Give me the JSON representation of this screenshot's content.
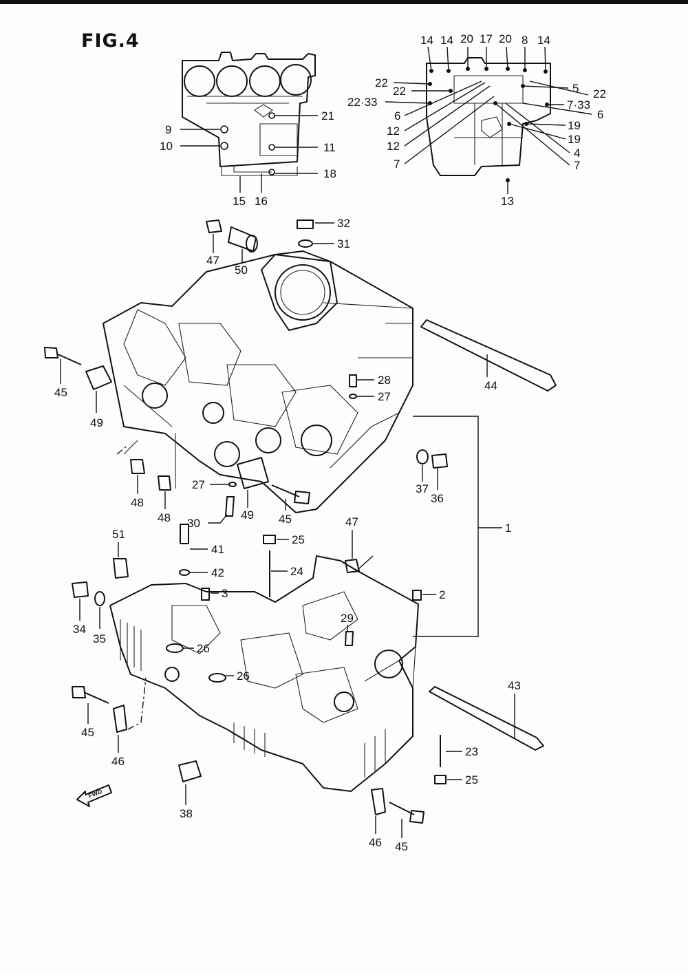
{
  "figure": {
    "title": "FIG.4"
  },
  "direction": {
    "text": "FWD"
  },
  "callouts": [
    {
      "id": "c14a",
      "text": "14"
    },
    {
      "id": "c14b",
      "text": "14"
    },
    {
      "id": "c20a",
      "text": "20"
    },
    {
      "id": "c17",
      "text": "17"
    },
    {
      "id": "c20b",
      "text": "20"
    },
    {
      "id": "c8",
      "text": "8"
    },
    {
      "id": "c14c",
      "text": "14"
    },
    {
      "id": "c22a",
      "text": "22"
    },
    {
      "id": "c22b",
      "text": "22"
    },
    {
      "id": "c2233",
      "text": "22·33"
    },
    {
      "id": "c6a",
      "text": "6"
    },
    {
      "id": "c12a",
      "text": "12"
    },
    {
      "id": "c12b",
      "text": "12"
    },
    {
      "id": "c7a",
      "text": "7"
    },
    {
      "id": "c5",
      "text": "5"
    },
    {
      "id": "c22c",
      "text": "22"
    },
    {
      "id": "c733",
      "text": "7·33"
    },
    {
      "id": "c6b",
      "text": "6"
    },
    {
      "id": "c19a",
      "text": "19"
    },
    {
      "id": "c19b",
      "text": "19"
    },
    {
      "id": "c4",
      "text": "4"
    },
    {
      "id": "c7b",
      "text": "7"
    },
    {
      "id": "c13",
      "text": "13"
    },
    {
      "id": "c21",
      "text": "21"
    },
    {
      "id": "c9",
      "text": "9"
    },
    {
      "id": "c10",
      "text": "10"
    },
    {
      "id": "c11",
      "text": "11"
    },
    {
      "id": "c18",
      "text": "18"
    },
    {
      "id": "c15",
      "text": "15"
    },
    {
      "id": "c16",
      "text": "16"
    },
    {
      "id": "c32",
      "text": "32"
    },
    {
      "id": "c31",
      "text": "31"
    },
    {
      "id": "c47a",
      "text": "47"
    },
    {
      "id": "c50",
      "text": "50"
    },
    {
      "id": "c44",
      "text": "44"
    },
    {
      "id": "c45a",
      "text": "45"
    },
    {
      "id": "c49a",
      "text": "49"
    },
    {
      "id": "c28",
      "text": "28"
    },
    {
      "id": "c27a",
      "text": "27"
    },
    {
      "id": "c48a",
      "text": "48"
    },
    {
      "id": "c48b",
      "text": "48"
    },
    {
      "id": "c27b",
      "text": "27"
    },
    {
      "id": "c49b",
      "text": "49"
    },
    {
      "id": "c45b",
      "text": "45"
    },
    {
      "id": "c30",
      "text": "30"
    },
    {
      "id": "c37",
      "text": "37"
    },
    {
      "id": "c36",
      "text": "36"
    },
    {
      "id": "c1",
      "text": "1"
    },
    {
      "id": "c51",
      "text": "51"
    },
    {
      "id": "c25a",
      "text": "25"
    },
    {
      "id": "c47b",
      "text": "47"
    },
    {
      "id": "c41",
      "text": "41"
    },
    {
      "id": "c42",
      "text": "42"
    },
    {
      "id": "c24",
      "text": "24"
    },
    {
      "id": "c3",
      "text": "3"
    },
    {
      "id": "c2",
      "text": "2"
    },
    {
      "id": "c34",
      "text": "34"
    },
    {
      "id": "c35",
      "text": "35"
    },
    {
      "id": "c29",
      "text": "29"
    },
    {
      "id": "c26a",
      "text": "26"
    },
    {
      "id": "c26b",
      "text": "26"
    },
    {
      "id": "c43",
      "text": "43"
    },
    {
      "id": "c45c",
      "text": "45"
    },
    {
      "id": "c46a",
      "text": "46"
    },
    {
      "id": "c23",
      "text": "23"
    },
    {
      "id": "c25b",
      "text": "25"
    },
    {
      "id": "c38",
      "text": "38"
    },
    {
      "id": "c46b",
      "text": "46"
    },
    {
      "id": "c45d",
      "text": "45"
    }
  ]
}
